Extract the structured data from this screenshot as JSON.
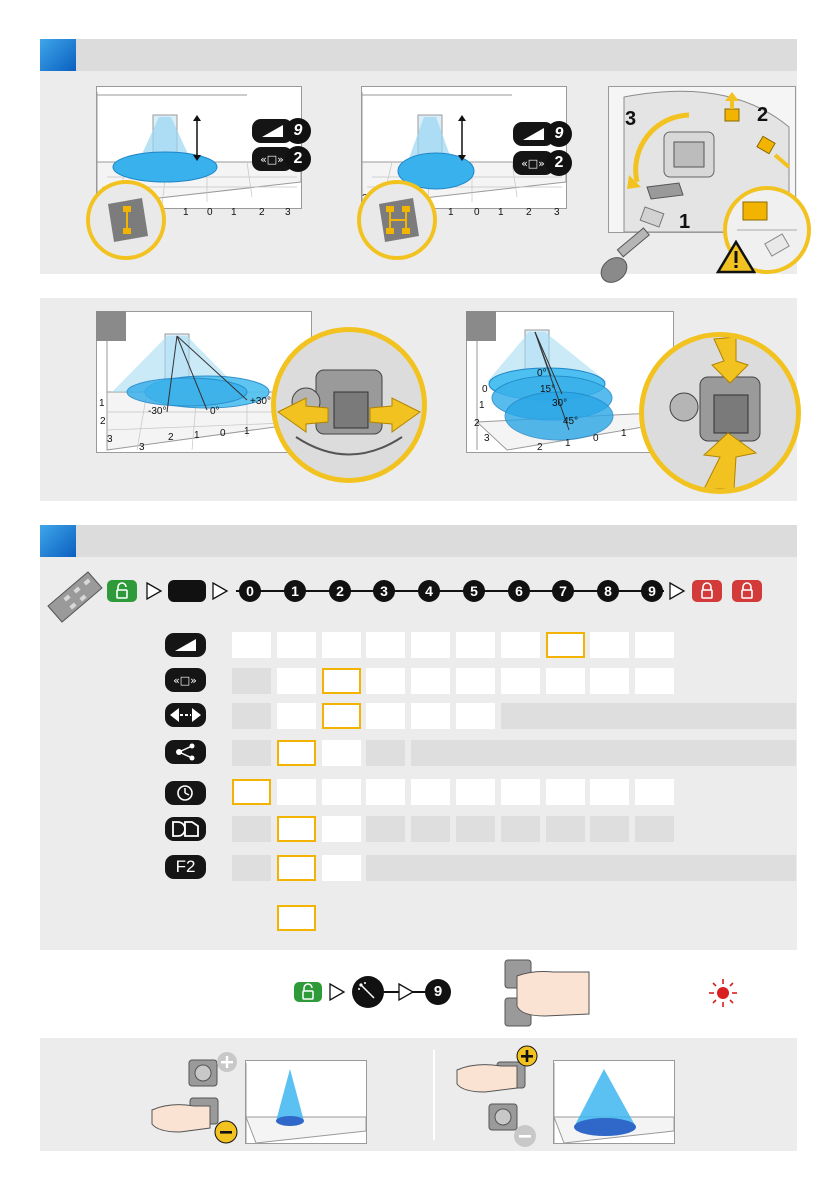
{
  "colors": {
    "accent_blue": "#1a7fd6",
    "highlight": "#f2b400",
    "lock_green": "#2f9a3a",
    "lock_red": "#d33a3a",
    "cone": "#3db6f0"
  },
  "section1": {
    "callouts": {
      "n1": "1",
      "n2": "2",
      "n3": "3"
    },
    "scene_a": {
      "badge_top": "9",
      "badge_bottom": "2",
      "axis": [
        "1",
        "0",
        "1",
        "2",
        "3"
      ]
    },
    "scene_b": {
      "badge_top": "9",
      "badge_bottom": "2",
      "axis": [
        "2",
        "1",
        "0",
        "1",
        "2",
        "3"
      ]
    }
  },
  "section2": {
    "left": {
      "angles": [
        "-30°",
        "0°",
        "+30°"
      ],
      "axis_left": [
        "1",
        "2",
        "3"
      ],
      "axis_bottom": [
        "3",
        "2",
        "1",
        "0",
        "1"
      ]
    },
    "right": {
      "angles": [
        "0°",
        "15°",
        "30°",
        "45°"
      ],
      "axis_left": [
        "0",
        "1",
        "2",
        "3"
      ],
      "axis_bottom": [
        "2",
        "1",
        "0",
        "1"
      ]
    }
  },
  "section3": {
    "sequence": [
      "0",
      "1",
      "2",
      "3",
      "4",
      "5",
      "6",
      "7",
      "8",
      "9"
    ],
    "rows": [
      {
        "icon": "height-icon",
        "cells": "wwwwwwwSww",
        "rest": false
      },
      {
        "icon": "width-icon",
        "cells": "gwSwwwwwww",
        "rest": false
      },
      {
        "icon": "range-icon",
        "cells": "gwSwww",
        "rest": true
      },
      {
        "icon": "share-icon",
        "cells": "gSwg",
        "rest": true
      },
      {
        "icon": "clock-icon",
        "cells": "Swwwwwwwww",
        "rest": false
      },
      {
        "icon": "dd-icon",
        "cells": "gSwggggggg",
        "rest": false
      },
      {
        "icon": "f2-icon",
        "label": "F2",
        "cells": "gSw",
        "rest": true
      }
    ]
  },
  "reset": {
    "value": "9"
  }
}
